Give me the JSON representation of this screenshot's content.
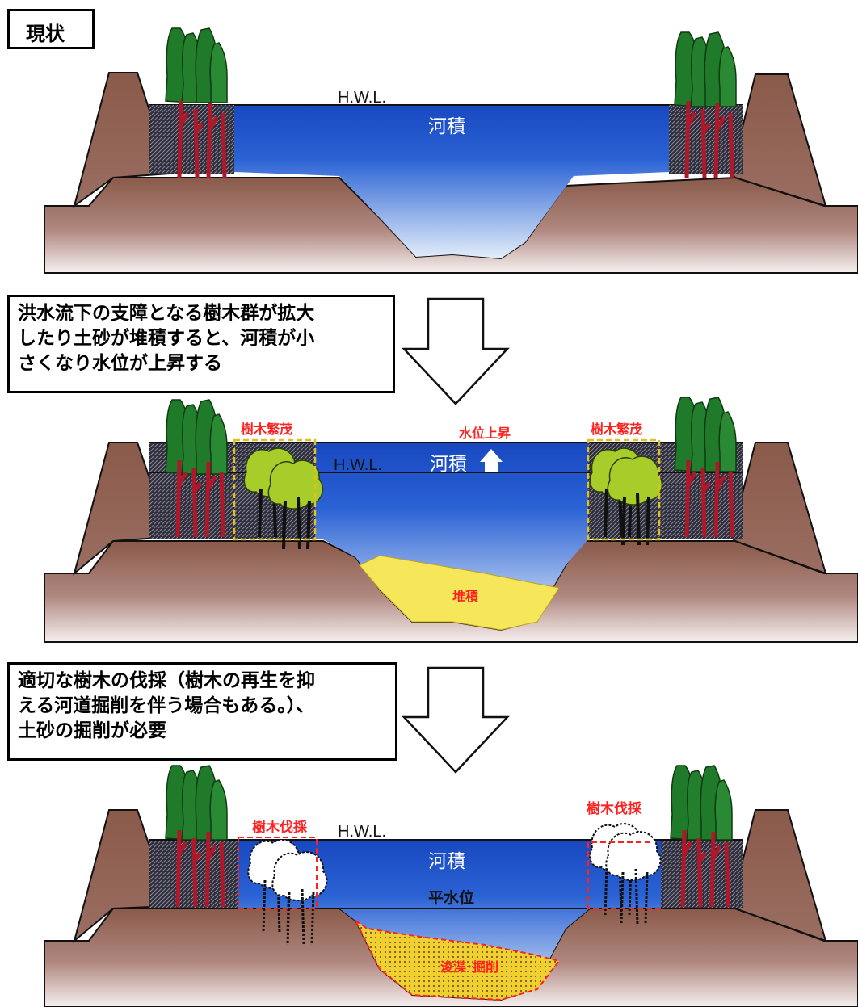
{
  "labels": {
    "current": "現状",
    "hwl": "H.W.L.",
    "kaseki": "河積",
    "suii_joushou": "水位上昇",
    "jumoku_hanmo": "樹木繁茂",
    "taiseki": "堆積",
    "jumoku_bassai": "樹木伐採",
    "heisuii": "平水位",
    "shunsetsu_kussaku": "浚渫･掘削"
  },
  "notes": {
    "note1": [
      "洪水流下の支障となる樹木群が拡大",
      "したり土砂が堆積すると、河積が小",
      "さくなり水位が上昇する"
    ],
    "note2": [
      "適切な樹木の伐採（樹木の再生を抑",
      "える河道掘削を伴う場合もある。）、",
      "土砂の掘削が必要"
    ]
  },
  "colors": {
    "earth_top": "#8a5a4a",
    "earth_bottom": "#f4eeee",
    "water_top": "#1a52c8",
    "water_bottom": "#dce8f8",
    "sediment": "#f5e65a",
    "red_label": "#ff2020",
    "tree_green": "#1f7a2a",
    "tree_trunk": "#b0182a",
    "young_tree": "#a8cc2a",
    "floodplain_hatch": "#303040"
  }
}
